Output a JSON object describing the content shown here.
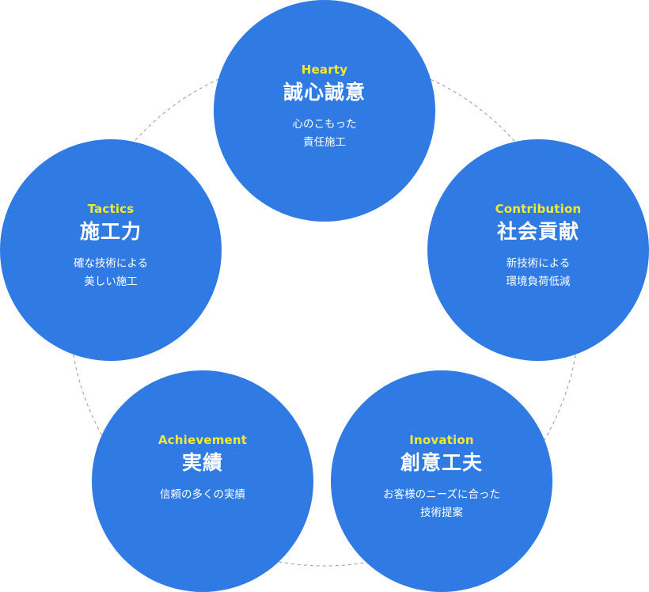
{
  "values": [
    {
      "key": "hearty",
      "en": "Hearty",
      "jp": "誠心誠意",
      "desc": "心のこもった\n責任施工"
    },
    {
      "key": "tactics",
      "en": "Tactics",
      "jp": "施工力",
      "desc": "確な技術による\n美しい施工"
    },
    {
      "key": "contribution",
      "en": "Contribution",
      "jp": "社会貢献",
      "desc": "新技術による\n環境負荷低減"
    },
    {
      "key": "achievement",
      "en": "Achievement",
      "jp": "実績",
      "desc": "信頼の多くの実績"
    },
    {
      "key": "inovation",
      "en": "Inovation",
      "jp": "創意工夫",
      "desc": "お客様のニーズに合った\n技術提案"
    }
  ],
  "colors": {
    "circle": "#2f7be3",
    "english_label": "#f3e92f",
    "text": "#ffffff",
    "ring": "#9a9a9a"
  }
}
